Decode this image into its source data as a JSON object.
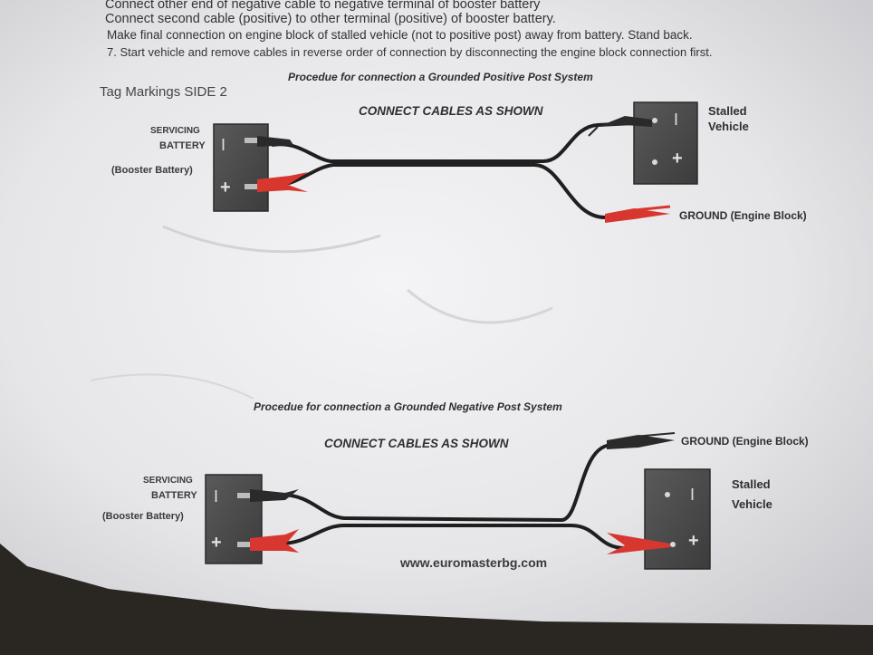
{
  "instructions": [
    "Connect other end of negative cable to negative terminal of booster battery",
    "Connect second cable (positive) to other terminal (positive) of booster battery.",
    "Make final connection on engine block of stalled vehicle (not to positive post) away from battery. Stand back.",
    "7. Start vehicle and remove cables in reverse order of connection by disconnecting the engine block connection first."
  ],
  "tag_markings": "Tag Markings  SIDE 2",
  "diagram_top": {
    "procedure_title": "Procedue for connection a Grounded Positive Post System",
    "connect_label": "CONNECT CABLES AS SHOWN",
    "servicing_battery": [
      "SERVICING",
      "BATTERY"
    ],
    "booster_battery": "(Booster Battery)",
    "stalled_vehicle": [
      "Stalled",
      "Vehicle"
    ],
    "ground_label": "GROUND  (Engine Block)",
    "minus_symbol": "I",
    "plus_symbol": "+"
  },
  "diagram_bottom": {
    "procedure_title": "Procedue for connection a Grounded Negative Post System",
    "connect_label": "CONNECT CABLES AS SHOWN",
    "servicing_battery": [
      "SERVICING",
      "BATTERY"
    ],
    "booster_battery": "(Booster Battery)",
    "stalled_vehicle": [
      "Stalled",
      "Vehicle"
    ],
    "ground_label": "GROUND  (Engine Block)",
    "minus_symbol": "I",
    "plus_symbol": "+"
  },
  "website": "www.euromasterbg.com",
  "colors": {
    "paper": "#e9e9eb",
    "battery": "#4a4a4a",
    "cable": "#1f1f1f",
    "clamp_red": "#d8372f",
    "background": "#2a2622"
  }
}
